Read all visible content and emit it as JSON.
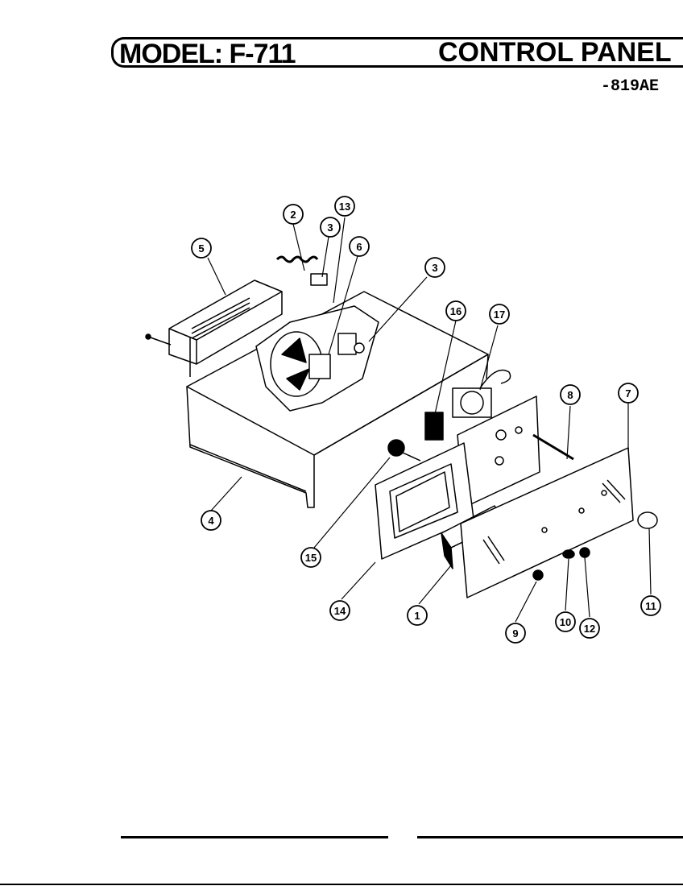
{
  "header": {
    "model": "MODEL: F-711",
    "section": "CONTROL PANEL",
    "variant": "-819AE"
  },
  "callouts": [
    {
      "id": "c2",
      "label": "2"
    },
    {
      "id": "c13",
      "label": "13"
    },
    {
      "id": "c3a",
      "label": "3"
    },
    {
      "id": "c5",
      "label": "5"
    },
    {
      "id": "c6",
      "label": "6"
    },
    {
      "id": "c3b",
      "label": "3"
    },
    {
      "id": "c16",
      "label": "16"
    },
    {
      "id": "c17",
      "label": "17"
    },
    {
      "id": "c8",
      "label": "8"
    },
    {
      "id": "c7",
      "label": "7"
    },
    {
      "id": "c4",
      "label": "4"
    },
    {
      "id": "c15",
      "label": "15"
    },
    {
      "id": "c14",
      "label": "14"
    },
    {
      "id": "c1",
      "label": "1"
    },
    {
      "id": "c9",
      "label": "9"
    },
    {
      "id": "c10",
      "label": "10"
    },
    {
      "id": "c12",
      "label": "12"
    },
    {
      "id": "c11",
      "label": "11"
    }
  ]
}
